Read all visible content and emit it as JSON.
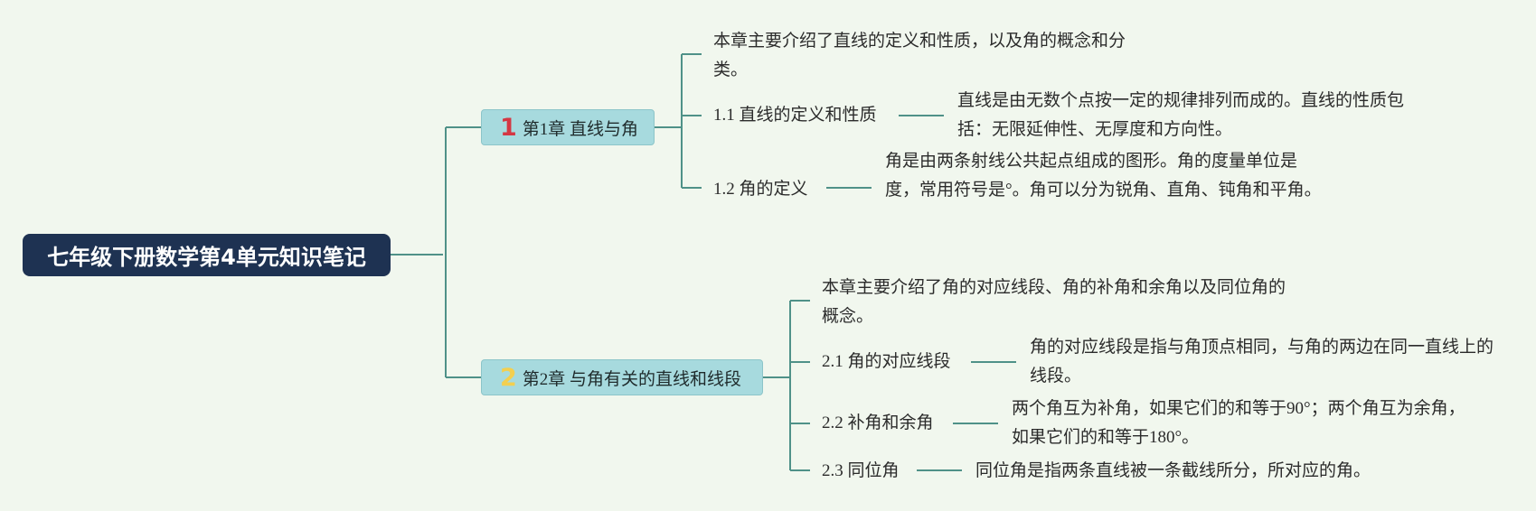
{
  "colors": {
    "background": "#f1f7ee",
    "root_fill": "#1e3252",
    "chapter_fill": "#a7dade",
    "connector": "#4f9188",
    "chapter1_number": "#d43743",
    "chapter2_number": "#f3cf4f"
  },
  "root": {
    "title": "七年级下册数学第4单元知识笔记"
  },
  "chapters": [
    {
      "number": "1",
      "label": "第1章 直线与角",
      "intro": "本章主要介绍了直线的定义和性质，以及角的概念和分类。",
      "sections": [
        {
          "title": "1.1 直线的定义和性质",
          "detail": "直线是由无数个点按一定的规律排列而成的。直线的性质包括：无限延伸性、无厚度和方向性。"
        },
        {
          "title": "1.2 角的定义",
          "detail": "角是由两条射线公共起点组成的图形。角的度量单位是度，常用符号是°。角可以分为锐角、直角、钝角和平角。"
        }
      ]
    },
    {
      "number": "2",
      "label": "第2章 与角有关的直线和线段",
      "intro": "本章主要介绍了角的对应线段、角的补角和余角以及同位角的概念。",
      "sections": [
        {
          "title": "2.1 角的对应线段",
          "detail": "角的对应线段是指与角顶点相同，与角的两边在同一直线上的线段。"
        },
        {
          "title": "2.2 补角和余角",
          "detail": "两个角互为补角，如果它们的和等于90°；两个角互为余角，如果它们的和等于180°。"
        },
        {
          "title": "2.3 同位角",
          "detail": "同位角是指两条直线被一条截线所分，所对应的角。"
        }
      ]
    }
  ]
}
